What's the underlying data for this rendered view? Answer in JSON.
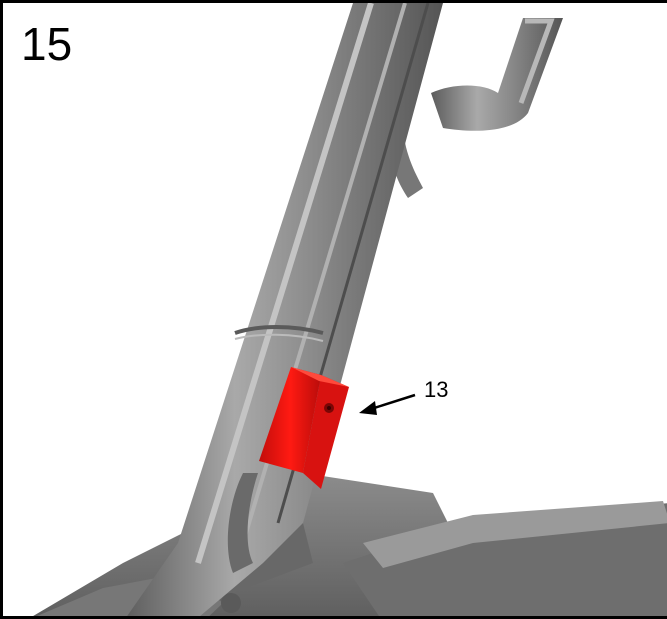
{
  "figure": {
    "step_number": "15",
    "callouts": [
      {
        "label": "13",
        "target": "red-clip-part"
      }
    ]
  },
  "colors": {
    "highlight_part": "#e8130f",
    "metal": "#7d7d7d",
    "outline": "#000000"
  }
}
